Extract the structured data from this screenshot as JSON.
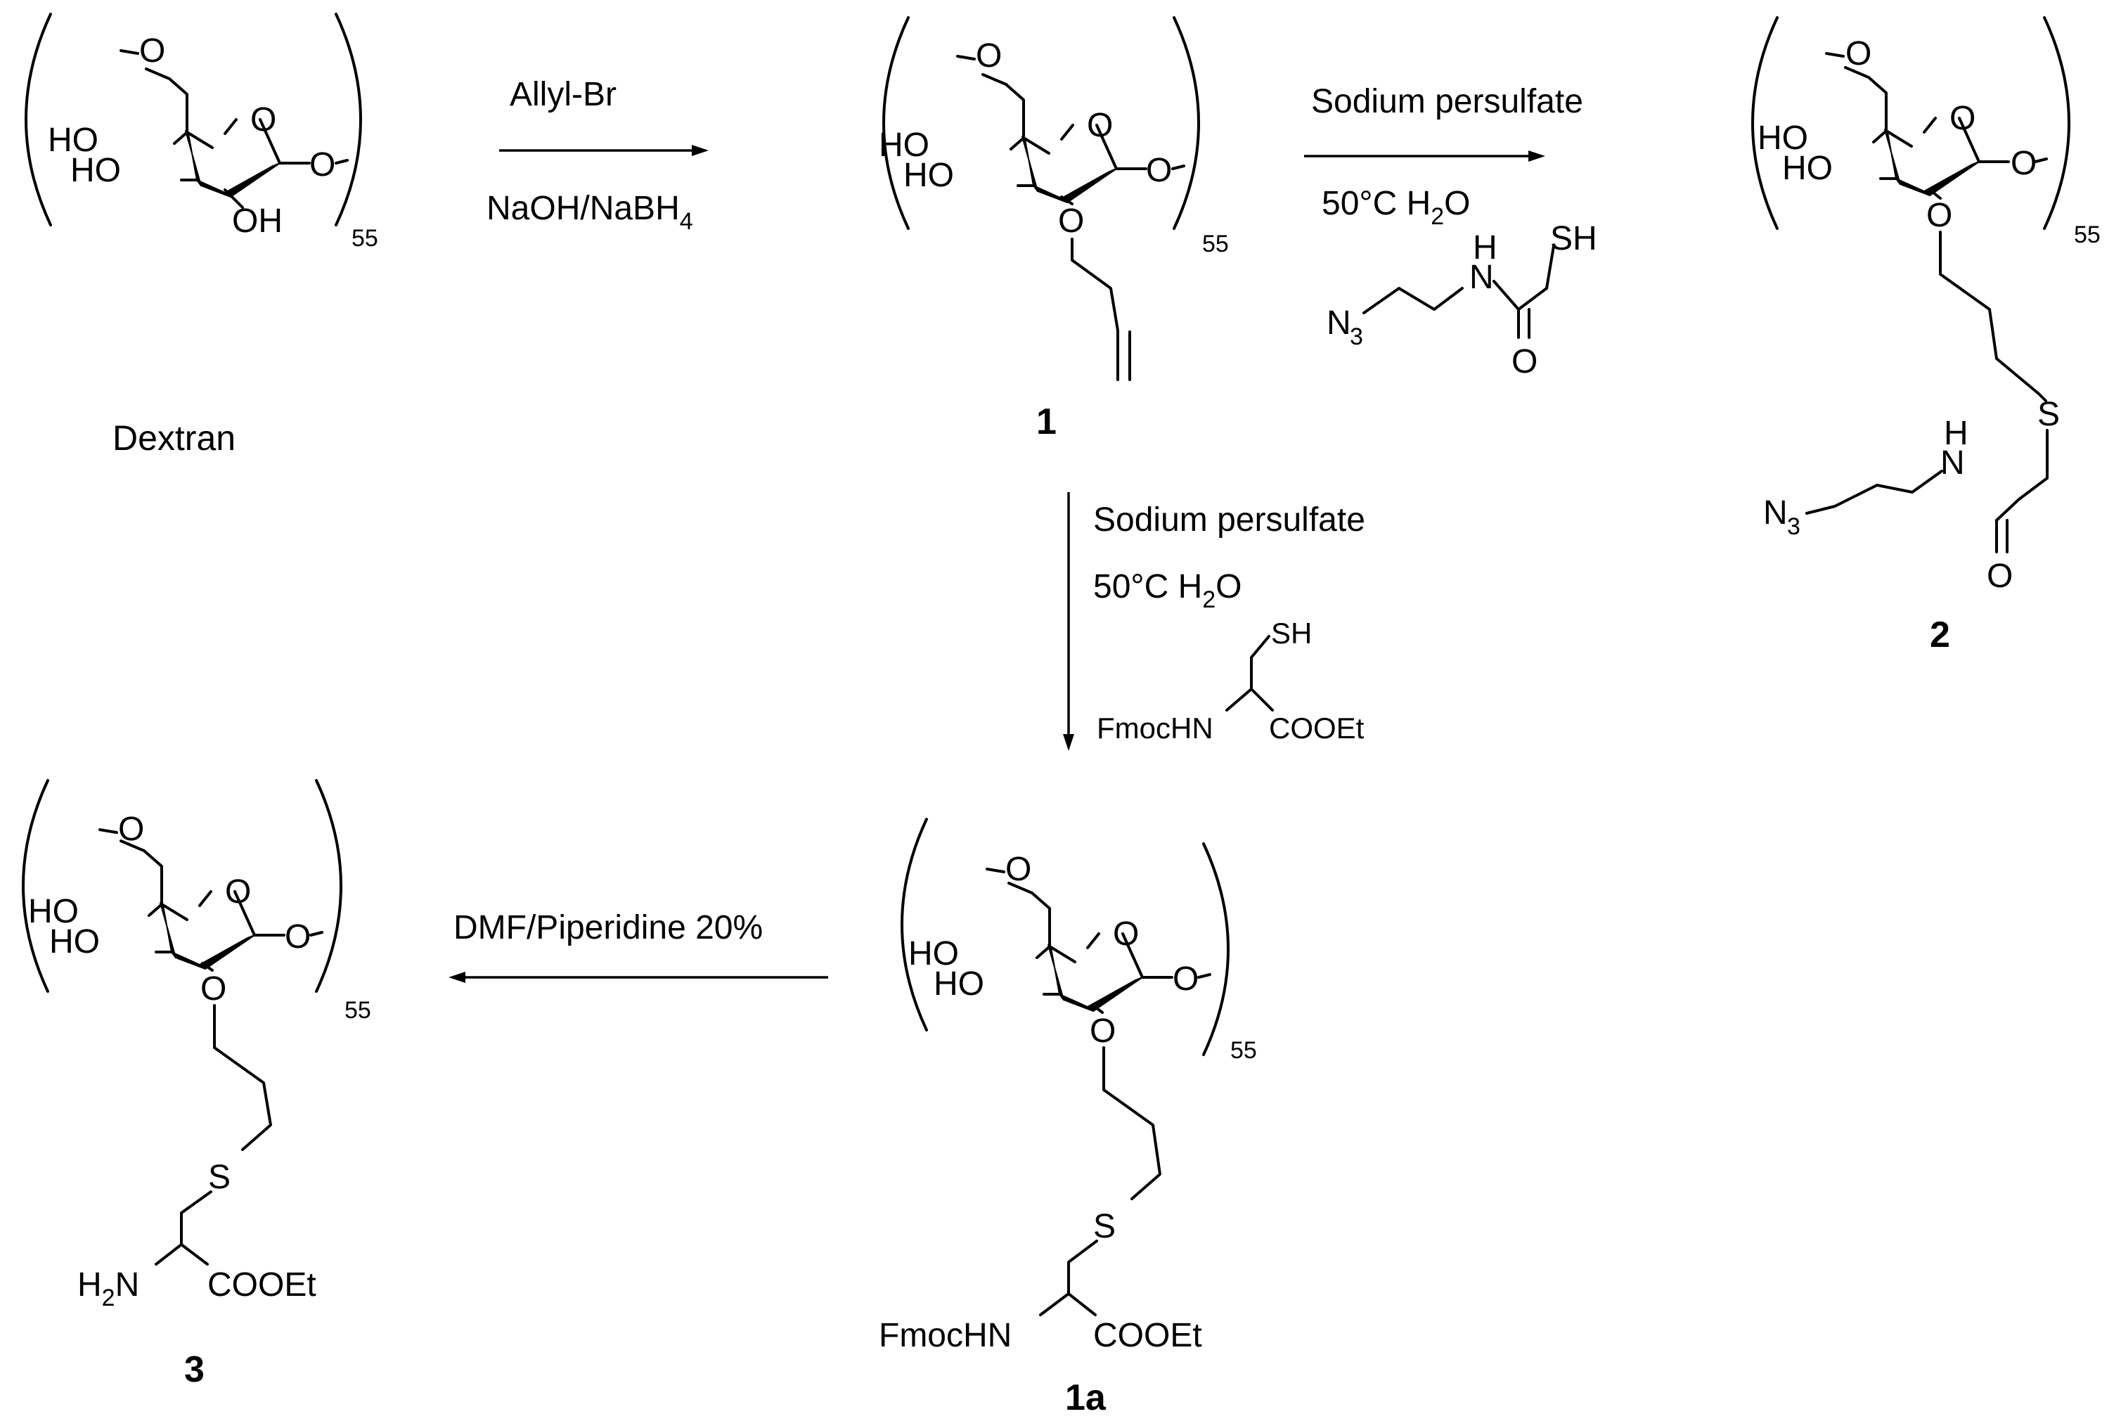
{
  "diagram": {
    "atoms": {
      "o_methylene": "O",
      "ring_o": "O",
      "ho": "HO",
      "oh": "OH",
      "o": "O",
      "s": "S",
      "h": "H",
      "n": "N",
      "n3_n": "N",
      "n3_sub": "3",
      "sh": "SH",
      "h2n_h": "H",
      "h2n_sub": "2",
      "h2n_n": "N",
      "fmochn": "FmocHN",
      "cooet": "COOEt",
      "repeat_n": "55"
    },
    "labels": {
      "dextran": "Dextran"
    },
    "compounds": {
      "c1": "1",
      "c2": "2",
      "c3": "3",
      "c1a": "1a"
    },
    "reactions": {
      "r1": {
        "line1": "Allyl-Br",
        "line2_main": "NaOH/NaBH",
        "line2_sub": "4"
      },
      "r2": {
        "line1": "Sodium persulfate",
        "line2_pre": "50°C H",
        "line2_sub": "2",
        "line2_post": "O"
      },
      "r3": {
        "line1": "Sodium persulfate",
        "line2_pre": "50°C H",
        "line2_sub": "2",
        "line2_post": "O"
      },
      "r4": {
        "line1": "DMF/Piperidine 20%"
      }
    }
  }
}
